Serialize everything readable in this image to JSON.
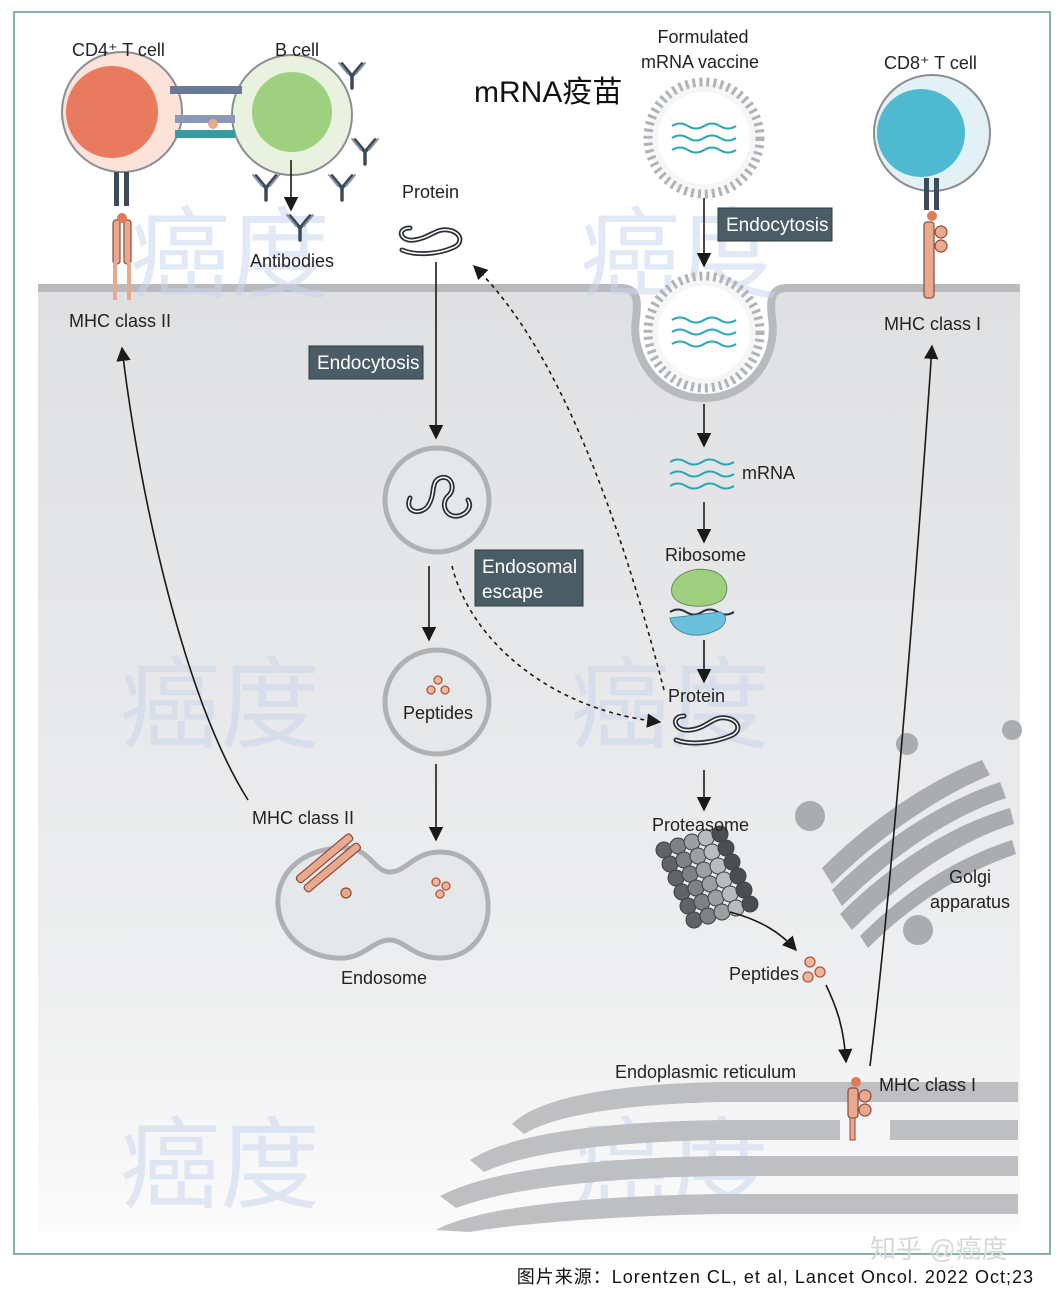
{
  "title": "mRNA疫苗",
  "labels": {
    "cd4": "CD4⁺ T cell",
    "bcell": "B cell",
    "cd8": "CD8⁺ T cell",
    "vaccine_line1": "Formulated",
    "vaccine_line2": "mRNA vaccine",
    "antibodies": "Antibodies",
    "protein_top": "Protein",
    "mhc2_top": "MHC class II",
    "mhc1_top": "MHC class I",
    "endocytosis_left": "Endocytosis",
    "endocytosis_right": "Endocytosis",
    "endosomal_line1": "Endosomal",
    "endosomal_line2": "escape",
    "mrna": "mRNA",
    "ribosome": "Ribosome",
    "protein_mid": "Protein",
    "peptides_vesicle": "Peptides",
    "proteasome": "Proteasome",
    "golgi_line1": "Golgi",
    "golgi_line2": "apparatus",
    "mhc2_lower": "MHC class II",
    "endosome": "Endosome",
    "peptides_lower": "Peptides",
    "er": "Endoplasmic reticulum",
    "mhc1_lower": "MHC class I"
  },
  "watermark": "癌度",
  "footer_watermark": "知乎 @癌度",
  "caption": "图片来源：Lorentzen CL, et al, Lancet Oncol. 2022 Oct;23",
  "colors": {
    "cytoplasm": "#e3e4e6",
    "membrane": "#b8bbbe",
    "tag_bg": "#4a5c66",
    "cd4": "#e87a5f",
    "bcell": "#9fd07f",
    "cd8": "#4fb9cf",
    "mrna": "#2aa7b5",
    "mhc": "#e9a98f",
    "peptide": "#e07a5a",
    "frame": "#3a7d78"
  }
}
